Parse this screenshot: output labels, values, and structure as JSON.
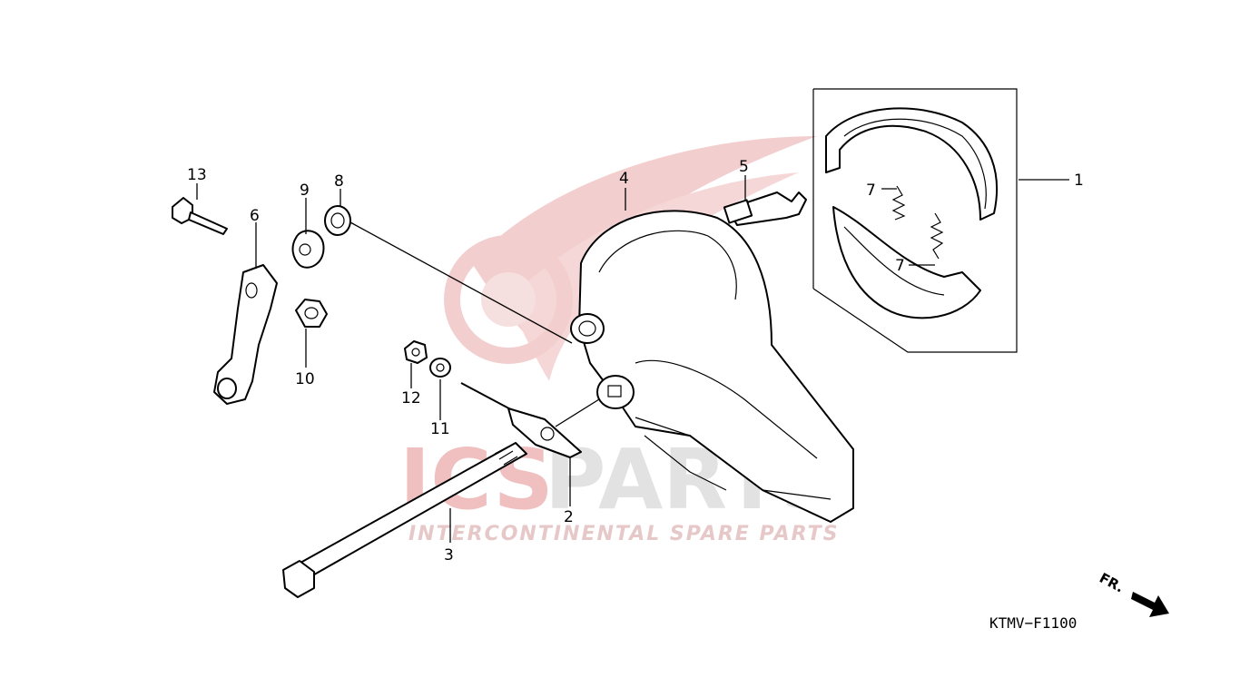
{
  "watermark": {
    "brand_left": "ICS",
    "brand_right": "PARTS",
    "tagline": "INTERCONTINENTAL SPARE PARTS",
    "color_primary": "#e8b4b4",
    "color_secondary": "#dcdcdc"
  },
  "diagram_code": "KTMV−F1100",
  "direction_label": "FR.",
  "callouts": [
    {
      "id": "c1",
      "text": "1"
    },
    {
      "id": "c2",
      "text": "2"
    },
    {
      "id": "c3",
      "text": "3"
    },
    {
      "id": "c4",
      "text": "4"
    },
    {
      "id": "c5",
      "text": "5"
    },
    {
      "id": "c6",
      "text": "6"
    },
    {
      "id": "c7a",
      "text": "7"
    },
    {
      "id": "c7b",
      "text": "7"
    },
    {
      "id": "c8",
      "text": "8"
    },
    {
      "id": "c9",
      "text": "9"
    },
    {
      "id": "c10",
      "text": "10"
    },
    {
      "id": "c11",
      "text": "11"
    },
    {
      "id": "c12",
      "text": "12"
    },
    {
      "id": "c13",
      "text": "13"
    }
  ]
}
